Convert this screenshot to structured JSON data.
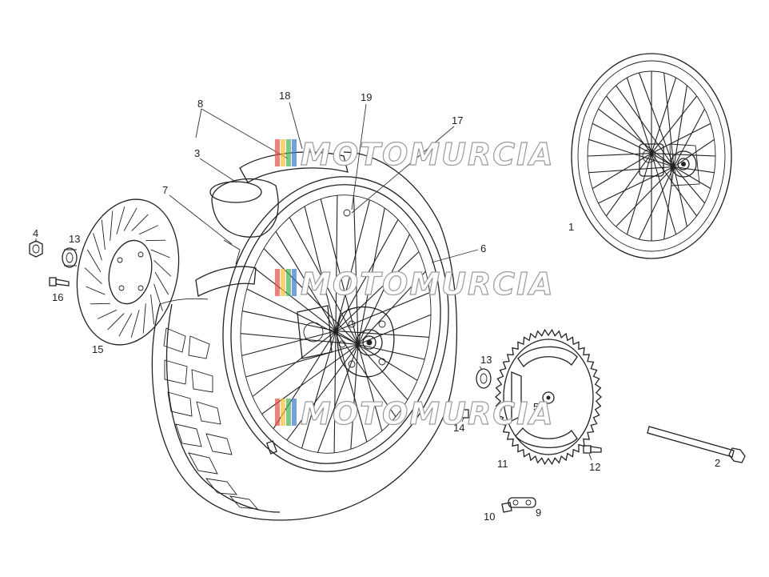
{
  "watermark": {
    "text": "MOTOMURCIA",
    "stripe_colors": [
      "#e94b4b",
      "#f2c230",
      "#4fae5a",
      "#3a79c9"
    ]
  },
  "callouts": [
    {
      "id": "1",
      "label": "1"
    },
    {
      "id": "2",
      "label": "2"
    },
    {
      "id": "3",
      "label": "3"
    },
    {
      "id": "4",
      "label": "4"
    },
    {
      "id": "5",
      "label": "5"
    },
    {
      "id": "6",
      "label": "6"
    },
    {
      "id": "7",
      "label": "7"
    },
    {
      "id": "8",
      "label": "8"
    },
    {
      "id": "9",
      "label": "9"
    },
    {
      "id": "10",
      "label": "10"
    },
    {
      "id": "11",
      "label": "11"
    },
    {
      "id": "12",
      "label": "12"
    },
    {
      "id": "13a",
      "label": "13"
    },
    {
      "id": "13b",
      "label": "13"
    },
    {
      "id": "14",
      "label": "14"
    },
    {
      "id": "15",
      "label": "15"
    },
    {
      "id": "16",
      "label": "16"
    },
    {
      "id": "17",
      "label": "17"
    },
    {
      "id": "18",
      "label": "18"
    },
    {
      "id": "19",
      "label": "19"
    }
  ]
}
